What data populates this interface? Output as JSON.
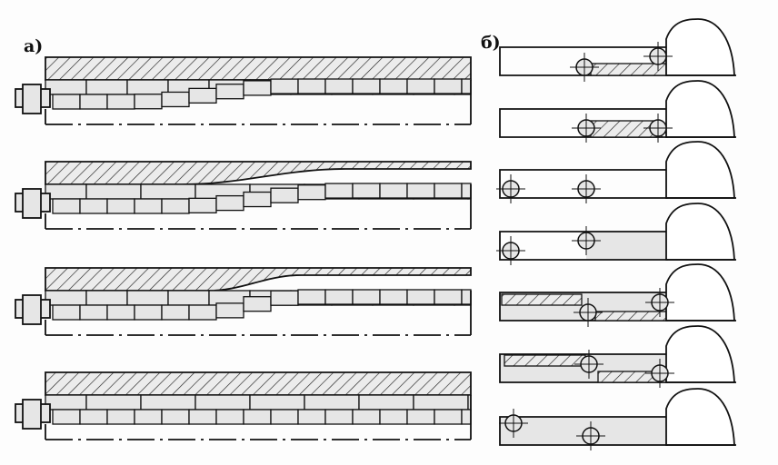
{
  "labels": {
    "panel_a": "а)",
    "panel_b": "б)"
  },
  "colors": {
    "line": "#111111",
    "fill": "#e6e6e6",
    "background": "#fdfdfd"
  },
  "panel_a": {
    "assemblies": 4
  },
  "panel_b": {
    "rows": 7
  }
}
